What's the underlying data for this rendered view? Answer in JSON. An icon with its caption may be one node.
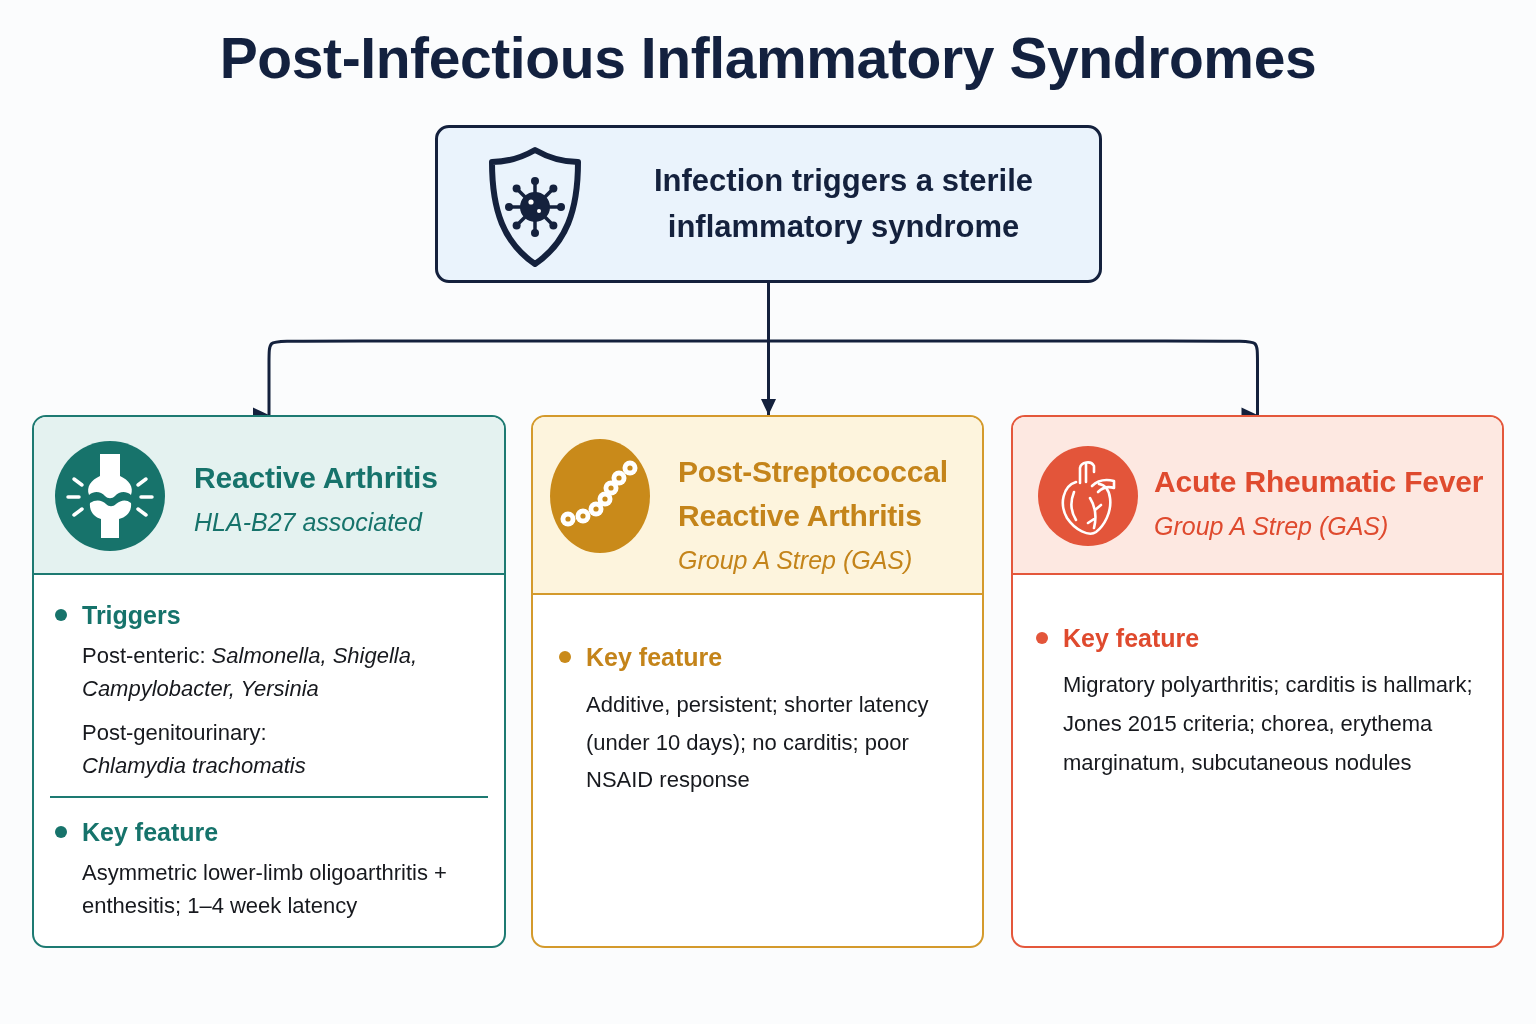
{
  "diagram": {
    "title": "Post-Infectious Inflammatory Syndromes",
    "nodes": [
      {
        "text": [
          "Infection triggers a sterile inflammatory syndrome"
        ]
      },
      {
        "text": [
          "Reactive Arthritis",
          "HLA-B27 associated",
          "Triggers",
          "Post-enteric: *Salmonella, Shigella, Campylobacter, Yersinia*",
          "Post-genitourinary: *Chlamydia trachomatis*",
          "Key feature",
          "Asymmetric lower-limb oligoarthritis + enthesitis; 1–4 week latency"
        ]
      },
      {
        "text": [
          "Post-Streptococcal Reactive Arthritis",
          "Group A Strep (GAS)",
          "Key feature",
          "Additive, persistent; shorter latency (under 10 days); no carditis; poor NSAID response"
        ]
      },
      {
        "text": [
          "Acute Rheumatic Fever",
          "Group A Strep (GAS)",
          "Key feature",
          "Migratory polyarthritis; carditis is hallmark; Jones 2015 criteria; chorea, erythema marginatum, subcutaneous nodules"
        ]
      }
    ],
    "edges": [
      {
        "from": 0,
        "to": 1,
        "arrow": "to"
      },
      {
        "from": 0,
        "to": 2,
        "arrow": "to"
      },
      {
        "from": 0,
        "to": 3,
        "arrow": "to"
      }
    ]
  }
}
